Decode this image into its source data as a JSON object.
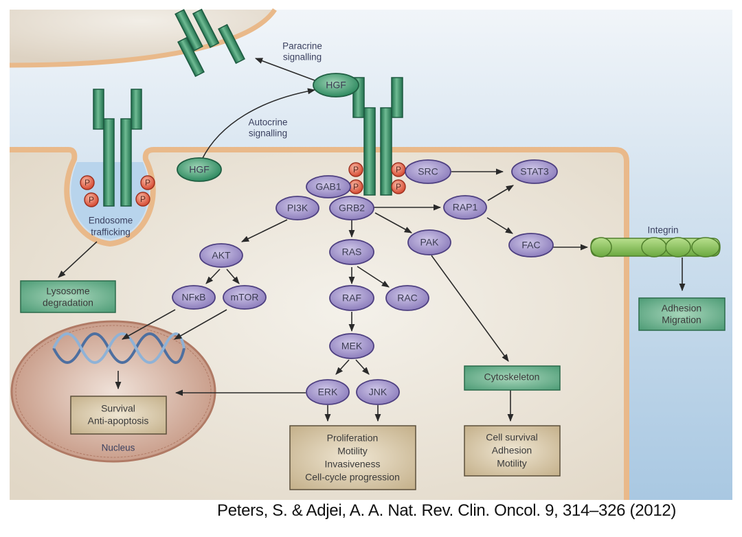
{
  "figure": {
    "title": "HGF/MET signalling pathway",
    "colors": {
      "extracellular_top": "#eef3f8",
      "extracellular_bottom": "#a9c8e2",
      "cytoplasm": "#e6ddd0",
      "membrane": "#e9b98a",
      "receptor": "#2f8a62",
      "kinase_fill": "#9a8cc4",
      "phospho_fill": "#e0664e",
      "green_box": "#4f9f78",
      "tan_box": "#cdbb98",
      "integrin": "#8cc65a",
      "nucleus": "#c79a86"
    },
    "annotations": {
      "paracrine": [
        "Paracrine",
        "signalling"
      ],
      "autocrine": [
        "Autocrine",
        "signalling"
      ],
      "endosome": [
        "Endosome",
        "trafficking"
      ],
      "integrin": "Integrin",
      "nucleus": "Nucleus"
    },
    "phospho_label": "P",
    "nodes": {
      "hgf_paracrine": "HGF",
      "hgf_autocrine": "HGF",
      "gab1": "GAB1",
      "pi3k": "PI3K",
      "grb2": "GRB2",
      "src": "SRC",
      "stat3": "STAT3",
      "rap1": "RAP1",
      "fac": "FAC",
      "pak": "PAK",
      "akt": "AKT",
      "nfkb": "NFκB",
      "mtor": "mTOR",
      "ras": "RAS",
      "raf": "RAF",
      "rac": "RAC",
      "mek": "MEK",
      "erk": "ERK",
      "jnk": "JNK"
    },
    "boxes": {
      "lysosome": [
        "Lysosome",
        "degradation"
      ],
      "adhesion_migration": [
        "Adhesion",
        "Migration"
      ],
      "cytoskeleton": [
        "Cytoskeleton"
      ],
      "survival": [
        "Survival",
        "Anti-apoptosis"
      ],
      "proliferation": [
        "Proliferation",
        "Motility",
        "Invasiveness",
        "Cell-cycle progression"
      ],
      "cell_survival": [
        "Cell survival",
        "Adhesion",
        "Motility"
      ]
    },
    "citation": "Peters, S. & Adjei, A. A. Nat. Rev. Clin. Oncol. 9, 314–326 (2012)"
  }
}
